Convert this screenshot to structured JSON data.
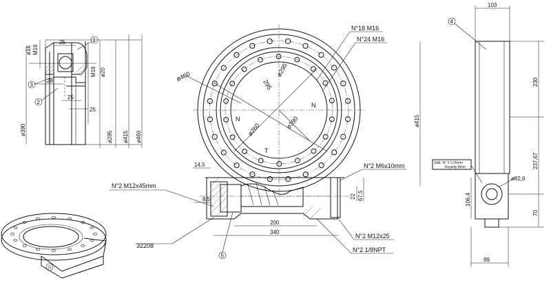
{
  "balloons": [
    "1",
    "2",
    "3",
    "4",
    "5"
  ],
  "section_view": {
    "dims_vertical": [
      "ø18",
      "M16",
      "ø390",
      "M16",
      "ø20",
      "ø295",
      "ø415",
      "ø460"
    ],
    "dims_horizontal": [
      "25",
      "28",
      "25",
      "25"
    ]
  },
  "front_view": {
    "diameters": [
      "ø460",
      "295",
      "ø295",
      "ø260",
      "ø390"
    ],
    "letters": [
      "N",
      "N",
      "T"
    ],
    "callouts": [
      "N°18  M16",
      "N°24  M16"
    ]
  },
  "worm_view": {
    "dims": [
      "14,5",
      "8,5",
      "22",
      "67,5",
      "200",
      "340"
    ],
    "callouts_left": [
      "N°2  M12x45mm",
      "32208"
    ],
    "callouts_right": [
      "N°2  M6x10mm",
      "N°2  M12x25",
      "N°2  1/8NPT"
    ]
  },
  "side_view": {
    "dims": [
      "103",
      "230",
      "ø415",
      "237,67",
      "106,4",
      "ø82,6",
      "70",
      "99"
    ],
    "label_lines": [
      "SAE \"A\" 2  0.25mm",
      "Keyway 8mm"
    ]
  }
}
